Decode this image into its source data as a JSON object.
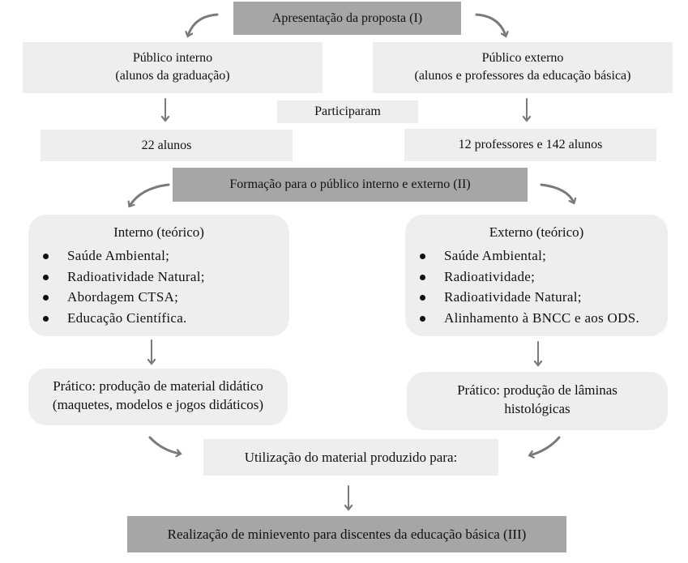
{
  "diagram": {
    "step1": "Apresentação da proposta (I)",
    "internal_audience": {
      "line1": "Público interno",
      "line2": "(alunos da graduação)"
    },
    "external_audience": {
      "line1": "Público externo",
      "line2": "(alunos e professores da educação básica)"
    },
    "participated_label": "Participaram",
    "internal_count": "22 alunos",
    "external_count": "12 professores e 142 alunos",
    "step2": "Formação para o público interno e externo (II)",
    "internal_theory": {
      "title": "Interno (teórico)",
      "items": [
        "Saúde Ambiental;",
        "Radioatividade Natural;",
        "Abordagem CTSA;",
        "Educação Científica."
      ]
    },
    "external_theory": {
      "title": "Externo (teórico)",
      "items": [
        "Saúde Ambiental;",
        "Radioatividade;",
        "Radioatividade Natural;",
        "Alinhamento à BNCC e aos ODS."
      ]
    },
    "internal_practice": {
      "line1": "Prático: produção de material didático",
      "line2": "(maquetes, modelos e jogos didáticos)"
    },
    "external_practice": {
      "line1": "Prático: produção de lâminas",
      "line2": "histológicas"
    },
    "material_use": "Utilização do material produzido para:",
    "step3": "Realização de minievento para discentes da educação básica (III)"
  }
}
